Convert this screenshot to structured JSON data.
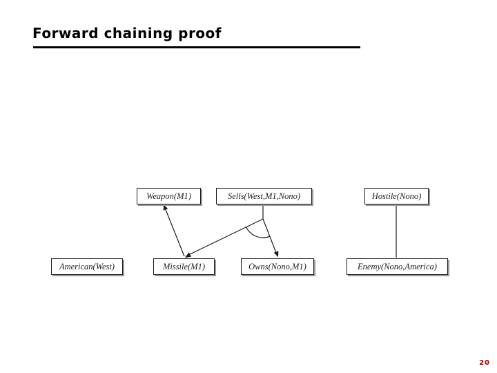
{
  "slide": {
    "title": "Forward chaining proof",
    "page_number": "20"
  },
  "diagram": {
    "top_row": [
      {
        "label": "Weapon(M1)"
      },
      {
        "label": "Sells(West,M1,Nono)"
      },
      {
        "label": "Hostile(Nono)"
      }
    ],
    "bottom_row": [
      {
        "label": "American(West)"
      },
      {
        "label": "Missile(M1)"
      },
      {
        "label": "Owns(Nono,M1)"
      },
      {
        "label": "Enemy(Nono,America)"
      }
    ],
    "connectors": [
      "Missile(M1) -> Weapon(M1)",
      "Missile(M1) AND Owns(Nono,M1) -> Sells(West,M1,Nono)",
      "Enemy(Nono,America) -> Hostile(Nono)"
    ]
  },
  "colors": {
    "background": "#ffffff",
    "title_text": "#000000",
    "title_rule": "#000000",
    "box_border": "#1a1a1a",
    "box_shadow": "#9a9a9a",
    "box_text": "#1f1f1f",
    "connector": "#1a1a1a",
    "page_number": "#990000"
  }
}
